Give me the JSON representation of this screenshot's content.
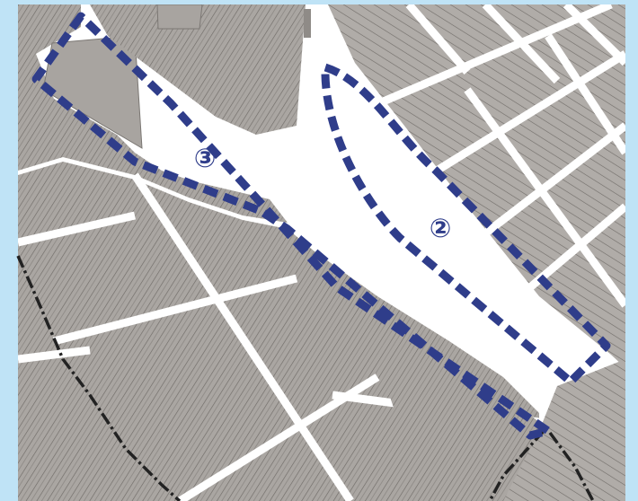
{
  "map": {
    "zones": [
      {
        "id": "zone-2",
        "label": "②"
      },
      {
        "id": "zone-3",
        "label": "③"
      }
    ],
    "colors": {
      "frame": "#bfe3f6",
      "land": "#ffffff",
      "building": "#a9a5a1",
      "building_outline": "#7b7773",
      "zone_outline": "#2f3d8a",
      "boundary_line": "#222222"
    },
    "legend": null
  }
}
